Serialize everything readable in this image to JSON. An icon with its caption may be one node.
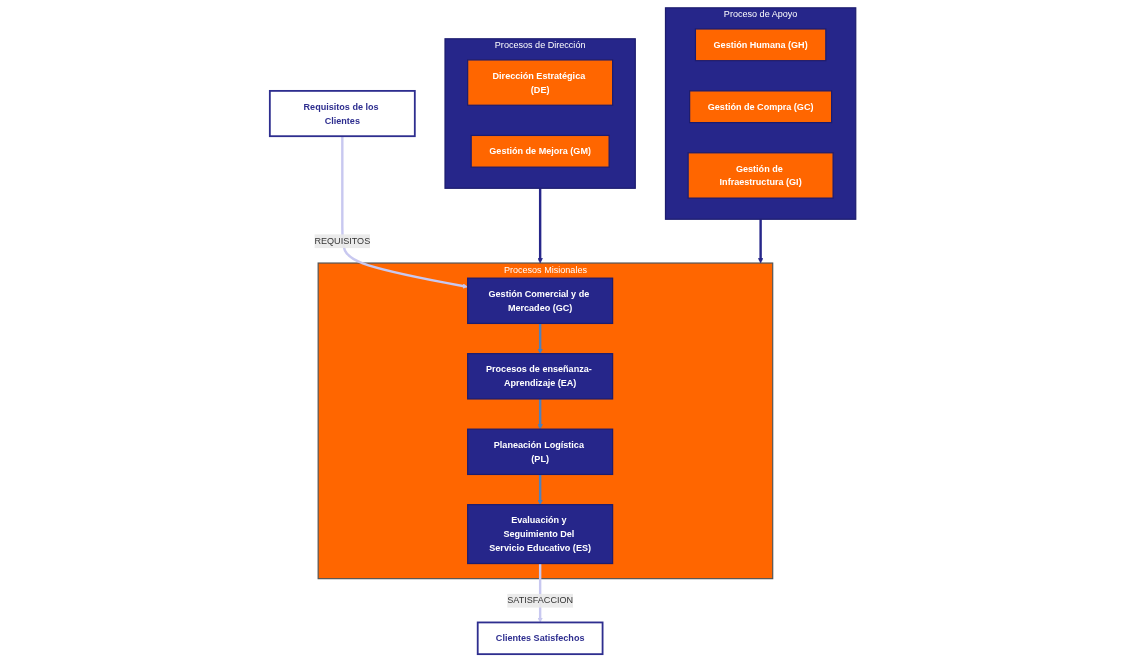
{
  "diagram": {
    "nodes": [
      {
        "text": [
          "Requisitos de los Clientes"
        ]
      },
      {
        "text": [
          "Procesos de Dirección"
        ]
      },
      {
        "text": [
          "Dirección Estratégica (DE)"
        ],
        "in": 1
      },
      {
        "text": [
          "Gestión de Mejora (GM)"
        ],
        "in": 1
      },
      {
        "text": [
          "Procesos Misionales"
        ]
      },
      {
        "text": [
          "Gestión Comercial y de Mercadeo (GC)"
        ],
        "in": 4
      },
      {
        "text": [
          "Procesos de enseñanza- Aprendizaje (EA)"
        ],
        "in": 4
      },
      {
        "text": [
          "Planeación Logística (PL)"
        ],
        "in": 4
      },
      {
        "text": [
          "Evaluación y Seguimiento Del Servicio Educativo (ES)"
        ],
        "in": 4
      },
      {
        "text": [
          "Proceso de Apoyo"
        ]
      },
      {
        "text": [
          "Gestión Humana (GH)"
        ],
        "in": 9
      },
      {
        "text": [
          "Gestión de Compra (GC)"
        ],
        "in": 9
      },
      {
        "text": [
          "Gestión de Infraestructura (GI)"
        ],
        "in": 9
      },
      {
        "text": [
          "Clientes Satisfechos"
        ]
      }
    ],
    "edges": [
      {
        "from": 1,
        "to": 4,
        "arrow": "to",
        "color": "#26268a"
      },
      {
        "from": 9,
        "to": 4,
        "arrow": "to",
        "color": "#26268a"
      },
      {
        "from": 0,
        "to": 5,
        "arrow": "to",
        "label": "REQUISITOS",
        "color": "#c8c8f0"
      },
      {
        "from": 5,
        "to": 6,
        "arrow": "to"
      },
      {
        "from": 6,
        "to": 7,
        "arrow": "to"
      },
      {
        "from": 7,
        "to": 8,
        "arrow": "to"
      },
      {
        "from": 8,
        "to": 13,
        "arrow": "to",
        "label": "SATISFACCION",
        "color": "#c8c8f0"
      }
    ]
  }
}
